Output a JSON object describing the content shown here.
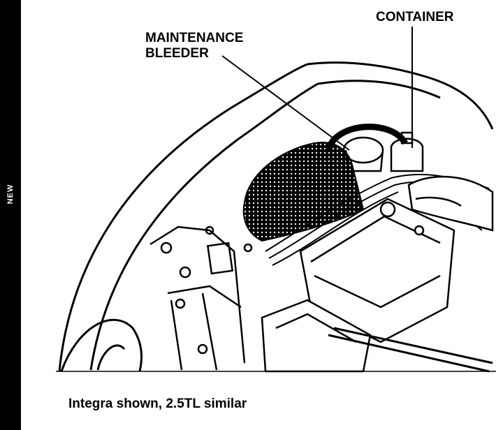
{
  "side_tab": {
    "label": "NEW"
  },
  "callouts": {
    "maintenance_bleeder_line1": "MAINTENANCE",
    "maintenance_bleeder_line2": "BLEEDER",
    "container": "CONTAINER"
  },
  "caption": "Integra shown, 2.5TL similar",
  "colors": {
    "ink": "#000000",
    "paper": "#ffffff"
  }
}
